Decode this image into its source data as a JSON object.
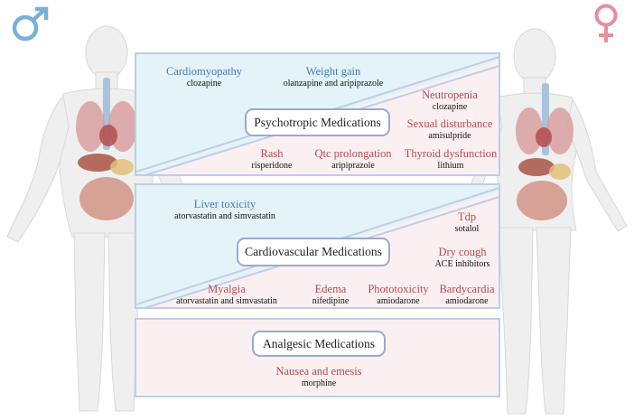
{
  "colors": {
    "male_symbol": "#7aaedc",
    "female_symbol": "#e58f9f",
    "blue_text": "#4a79b5",
    "red_text": "#b24a53",
    "blue_zone": "#e3f3f8",
    "pink_zone": "#fbf0f1",
    "border": "#bfcde6"
  },
  "symbols": {
    "male": "male-symbol",
    "female": "female-symbol"
  },
  "panels": {
    "psychotropic": {
      "title": "Psychotropic Medications",
      "effects": [
        {
          "name": "Cardiomyopathy",
          "drug": "clozapine",
          "color": "blue"
        },
        {
          "name": "Weight gain",
          "drug": "olanzapine and aripiprazole",
          "color": "blue"
        },
        {
          "name": "Neutropenia",
          "drug": "clozapine",
          "color": "red"
        },
        {
          "name": "Sexual disturbance",
          "drug": "amisulpride",
          "color": "red"
        },
        {
          "name": "Rash",
          "drug": "risperidone",
          "color": "red"
        },
        {
          "name": "Qtc prolongation",
          "drug": "aripiprazole",
          "color": "red"
        },
        {
          "name": "Thyroid dysfunction",
          "drug": "lithium",
          "color": "red"
        }
      ]
    },
    "cardiovascular": {
      "title": "Cardiovascular Medications",
      "effects": [
        {
          "name": "Liver toxicity",
          "drug": "atorvastatin and simvastatin",
          "color": "blue"
        },
        {
          "name": "Tdp",
          "drug": "sotalol",
          "color": "red"
        },
        {
          "name": "Dry cough",
          "drug": "ACE inhibitors",
          "color": "red"
        },
        {
          "name": "Myalgia",
          "drug": "atorvastatin and simvastatin",
          "color": "red"
        },
        {
          "name": "Edema",
          "drug": "nifedipine",
          "color": "red"
        },
        {
          "name": "Phototoxicity",
          "drug": "amiodarone",
          "color": "red"
        },
        {
          "name": "Bardycardia",
          "drug": "amiodarone",
          "color": "red"
        }
      ]
    },
    "analgesic": {
      "title": "Analgesic Medications",
      "effects": [
        {
          "name": "Nausea and emesis",
          "drug": "morphine",
          "color": "red"
        }
      ]
    }
  }
}
